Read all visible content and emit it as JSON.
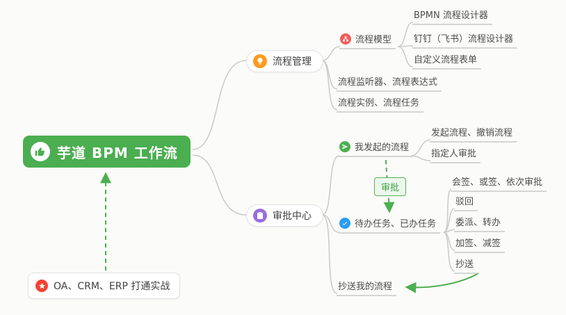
{
  "root": {
    "label": "芋道 BPM 工作流",
    "icon": "thumbs-up-icon"
  },
  "bottom_node": {
    "label": "OA、CRM、ERP 打通实战",
    "icon": "star-icon"
  },
  "badge": {
    "label": "审批"
  },
  "branch_process": {
    "label": "流程管理",
    "icon": "lightbulb-icon"
  },
  "branch_approval": {
    "label": "审批中心",
    "icon": "clipboard-icon"
  },
  "process": {
    "model": {
      "label": "流程模型",
      "icon": "model-icon"
    },
    "model_children": [
      {
        "label": "BPMN 流程设计器"
      },
      {
        "label": "钉钉（飞书）流程设计器"
      },
      {
        "label": "自定义流程表单"
      }
    ],
    "listener": {
      "label": "流程监听器、流程表达式"
    },
    "instance": {
      "label": "流程实例、流程任务"
    }
  },
  "approval": {
    "my_initiated": {
      "label": "我发起的流程",
      "icon": "send-icon"
    },
    "my_initiated_children": [
      {
        "label": "发起流程、撤销流程"
      },
      {
        "label": "指定人审批"
      }
    ],
    "tasks": {
      "label": "待办任务、已办任务",
      "icon": "check-icon"
    },
    "tasks_children": [
      {
        "label": "会签、或签、依次审批"
      },
      {
        "label": "驳回"
      },
      {
        "label": "委派、转办"
      },
      {
        "label": "加签、减签"
      },
      {
        "label": "抄送"
      }
    ],
    "cc_my": {
      "label": "抄送我的流程"
    }
  },
  "colors": {
    "canvas_bg": "#fbfbf9",
    "root_bg": "#4bae50",
    "accent_green": "#4caf50",
    "connector_gray": "#cccccc",
    "leaf_underline": "#d5d5d3",
    "icon_orange": "#ff9a1f",
    "icon_purple": "#9a6de0",
    "icon_red": "#ef5e5a",
    "icon_blue": "#2b9cf2",
    "icon_star_red": "#f44336",
    "badge_bg": "#edf8ed",
    "badge_text": "#3ea244"
  }
}
